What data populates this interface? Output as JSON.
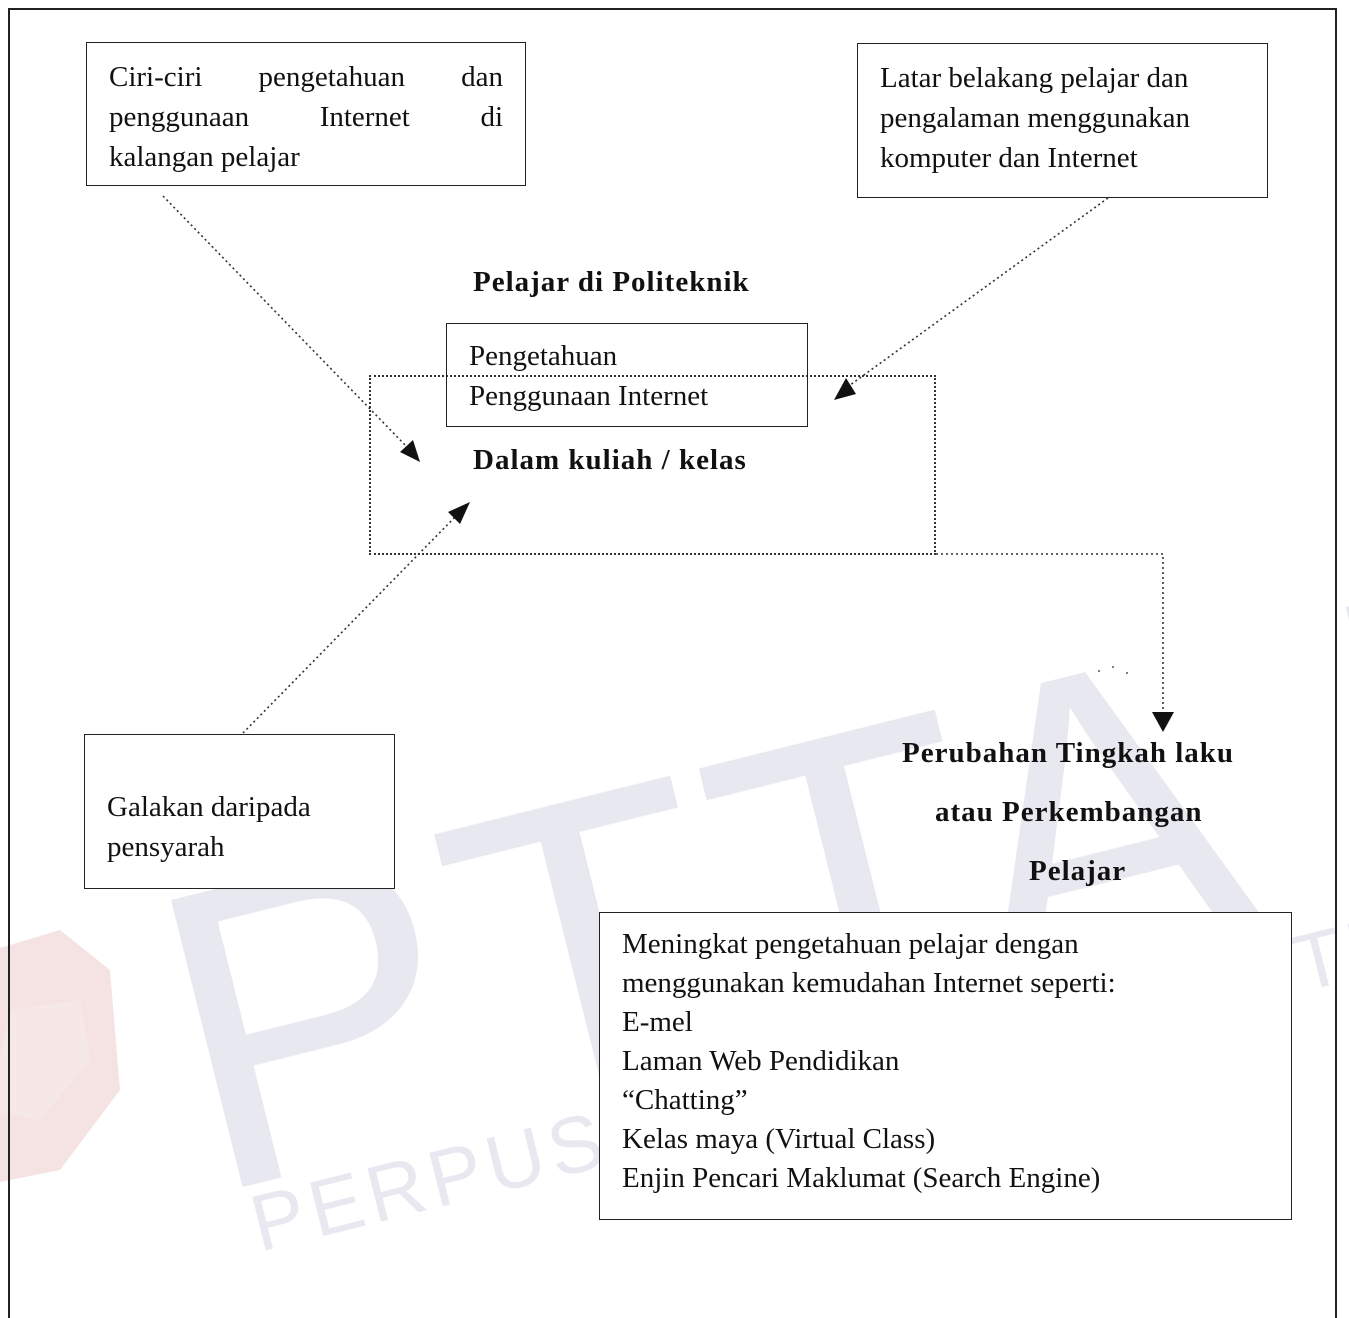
{
  "watermark": {
    "big": "PTTA UTHM",
    "small": "PERPUSTAKAAN TUNKU TUN AMINAH",
    "color": "#e8e8f0",
    "logo_color": "#f2d8d8"
  },
  "nodes": {
    "top_left": {
      "lines": [
        "Ciri-ciri pengetahuan dan",
        "penggunaan Internet di"
      ],
      "last": "kalangan pelajar"
    },
    "top_right": {
      "lines": [
        "Latar belakang pelajar dan",
        "pengalaman menggunakan",
        "komputer dan Internet"
      ]
    },
    "center_title": "Pelajar di Politeknik",
    "center_inner": [
      "Pengetahuan",
      "Penggunaan Internet"
    ],
    "center_caption": "Dalam kuliah / kelas",
    "bottom_left": [
      "Galakan daripada",
      "pensyarah"
    ],
    "outcome_title": [
      "Perubahan Tingkah laku",
      "atau Perkembangan",
      "Pelajar"
    ],
    "outcome_box": [
      "Meningkat pengetahuan pelajar dengan",
      "menggunakan kemudahan Internet seperti:",
      "E-mel",
      "Laman Web Pendidikan",
      "“Chatting”",
      "Kelas maya (Virtual Class)",
      "Enjin Pencari Maklumat (Search Engine)"
    ]
  }
}
